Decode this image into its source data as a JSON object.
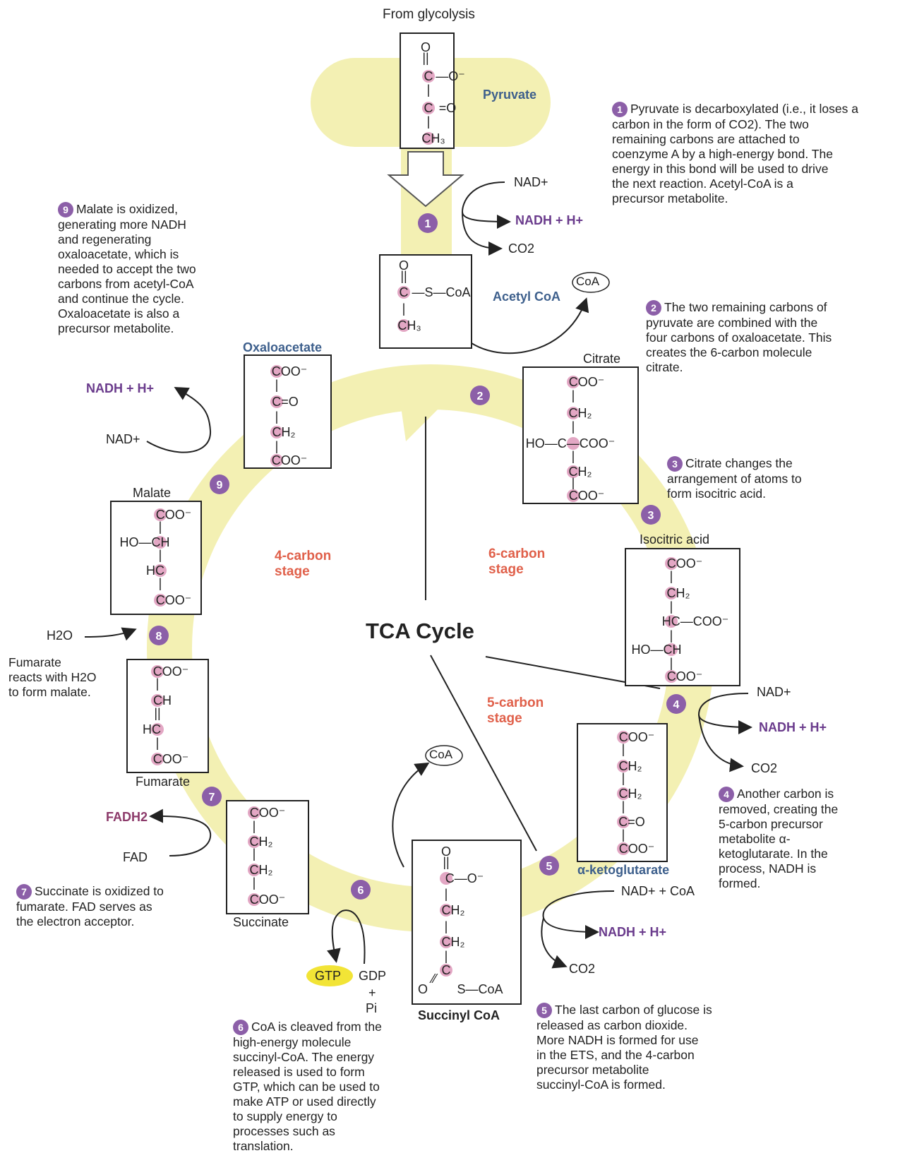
{
  "header": {
    "from_glycolysis": "From glycolysis"
  },
  "center": {
    "title": "TCA Cycle"
  },
  "stages": {
    "four_carbon": [
      "4-carbon",
      "stage"
    ],
    "six_carbon": [
      "6-carbon",
      "stage"
    ],
    "five_carbon": [
      "5-carbon",
      "stage"
    ]
  },
  "molecules": {
    "pyruvate": "Pyruvate",
    "acetyl_coa": "Acetyl CoA",
    "oxaloacetate": "Oxaloacetate",
    "citrate": "Citrate",
    "isocitric": "Isocitric acid",
    "ketoglutarate": "α-ketoglutarate",
    "succinyl_coa": "Succinyl CoA",
    "succinate": "Succinate",
    "fumarate": "Fumarate",
    "malate": "Malate"
  },
  "cofactors": {
    "nad_plus": "NAD+",
    "nadh": "NADH + H+",
    "co2": "CO2",
    "coa": "CoA",
    "nad_coa": "NAD+ + CoA",
    "gtp": "GTP",
    "gdp": "GDP",
    "plus": "+",
    "pi": "Pi",
    "fadh2": "FADH2",
    "fad": "FAD",
    "h2o": "H2O"
  },
  "notes": {
    "n1": [
      "Pyruvate is decarboxylated (i.e., it loses a",
      "carbon in the form of CO2). The two",
      "remaining carbons are attached to",
      "coenzyme A by a high-energy bond. The",
      "energy in this bond will be used to drive",
      "the next reaction. Acetyl-CoA is a",
      "precursor metabolite."
    ],
    "n2": [
      "The two remaining carbons of",
      "pyruvate are combined with the",
      "four carbons of oxaloacetate. This",
      "creates the 6-carbon molecule",
      "citrate."
    ],
    "n3": [
      "Citrate changes the",
      "arrangement of atoms to",
      "form isocitric acid."
    ],
    "n4": [
      "Another carbon is",
      "removed, creating the",
      "5-carbon precursor",
      "metabolite α-",
      "ketoglutarate. In the",
      "process, NADH is",
      "formed."
    ],
    "n5": [
      "The last carbon of glucose is",
      "released as carbon dioxide.",
      "More NADH is formed for use",
      "in the ETS, and the 4-carbon",
      "precursor metabolite",
      "succinyl-CoA is formed."
    ],
    "n6": [
      "CoA is cleaved from the",
      "high-energy molecule",
      "succinyl-CoA. The energy",
      "released is used to form",
      "GTP, which can be used to",
      "make ATP or used directly",
      "to supply energy to",
      "processes such as",
      "translation."
    ],
    "n7": [
      "Succinate is oxidized to",
      "fumarate. FAD serves as",
      "the electron acceptor."
    ],
    "n8": [
      "Fumarate",
      "reacts with H2O",
      "to form malate."
    ],
    "n9": [
      "Malate is oxidized,",
      "generating more NADH",
      "and regenerating",
      "oxaloacetate, which is",
      "needed to accept the two",
      "carbons from acetyl-CoA",
      "and continue the cycle.",
      "Oxaloacetate is also a",
      "precursor metabolite."
    ]
  },
  "step_numbers": [
    "1",
    "2",
    "3",
    "4",
    "5",
    "6",
    "7",
    "8",
    "9"
  ],
  "colors": {
    "pathway": "#f3f0b3",
    "step_circle": "#8c5fa8",
    "carbon_mark": "#e3a7c4",
    "stage_text": "#e0604a",
    "cofactor_purple": "#6a3b8c",
    "gtp_highlight": "#f2e436"
  }
}
